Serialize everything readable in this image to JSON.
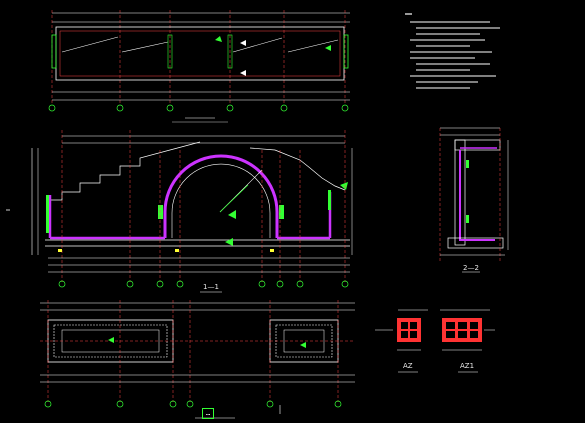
{
  "drawing": {
    "section_label": "1—1",
    "section2_label": "2—2",
    "detail_az_label": "AZ",
    "detail_az1_label": "AZ1",
    "sheet_title": "…"
  },
  "colors": {
    "background": "#000000",
    "dim_line": "#ffffff",
    "outline": "#33ff33",
    "axis": "#ff4444",
    "rebar_arch": "#cc33ff",
    "cyan_text": "#33ffff",
    "yellow": "#ffff33",
    "detail_fill": "#ff3333"
  }
}
